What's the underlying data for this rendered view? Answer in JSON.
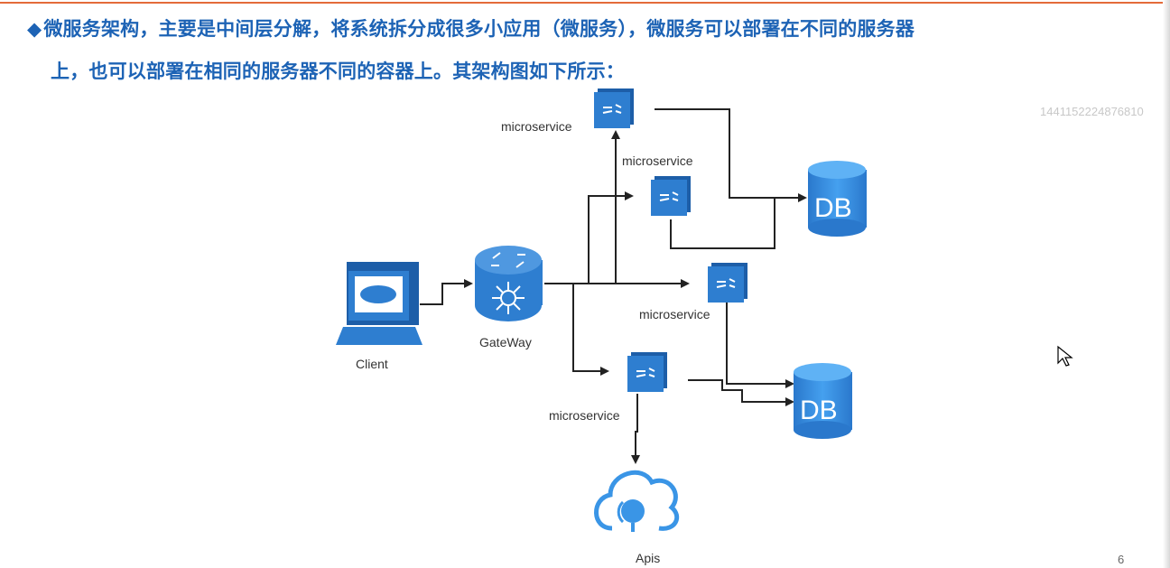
{
  "header": {
    "bullet": "◆",
    "line1": "微服务架构，主要是中间层分解，将系统拆分成很多小应用（微服务），微服务可以部署在不同的服务器",
    "line2": "上，也可以部署在相同的服务器不同的容器上。其架构图如下所示："
  },
  "diagram": {
    "client_label": "Client",
    "gateway_label": "GateWay",
    "microservice_labels": [
      "microservice",
      "microservice",
      "microservice",
      "microservice"
    ],
    "db_labels": [
      "DB",
      "DB"
    ],
    "apis_label": "Apis"
  },
  "watermark": "1441152224876810",
  "page_number": "6",
  "colors": {
    "accent": "#1d63b5",
    "node_blue": "#2e7ed0",
    "rule": "#e46b3a"
  }
}
